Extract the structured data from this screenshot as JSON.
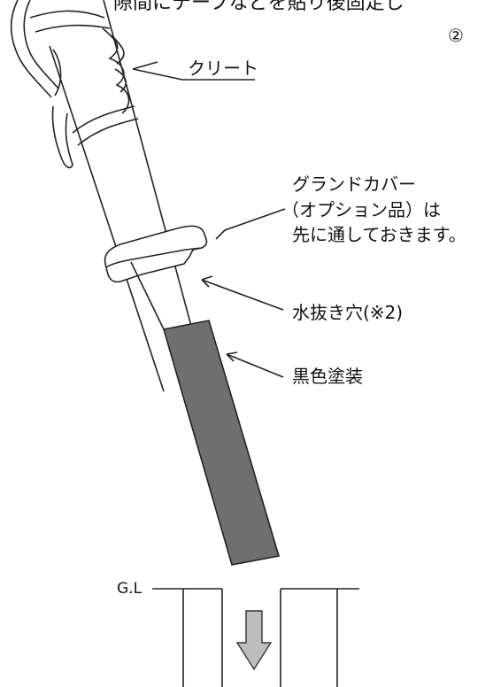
{
  "diagram": {
    "top_text": "隙間にテープなどを貼り後固定し",
    "step_number": "②",
    "labels": {
      "cleat": "クリート",
      "ground_cover_line1": "グランドカバー",
      "ground_cover_line2": "（オプション品）は",
      "ground_cover_line3": "先に通しておきます。",
      "drain_hole": "水抜き穴(※2)",
      "black_paint": "黒色塗装",
      "ground_level": "G.L"
    },
    "colors": {
      "black_paint_fill": "#6f6f6f",
      "arrow_fill": "#bdbdbd",
      "stroke": "#222222"
    },
    "icons": [
      "down-arrow-icon",
      "cleat-icon",
      "rope-icon"
    ]
  }
}
